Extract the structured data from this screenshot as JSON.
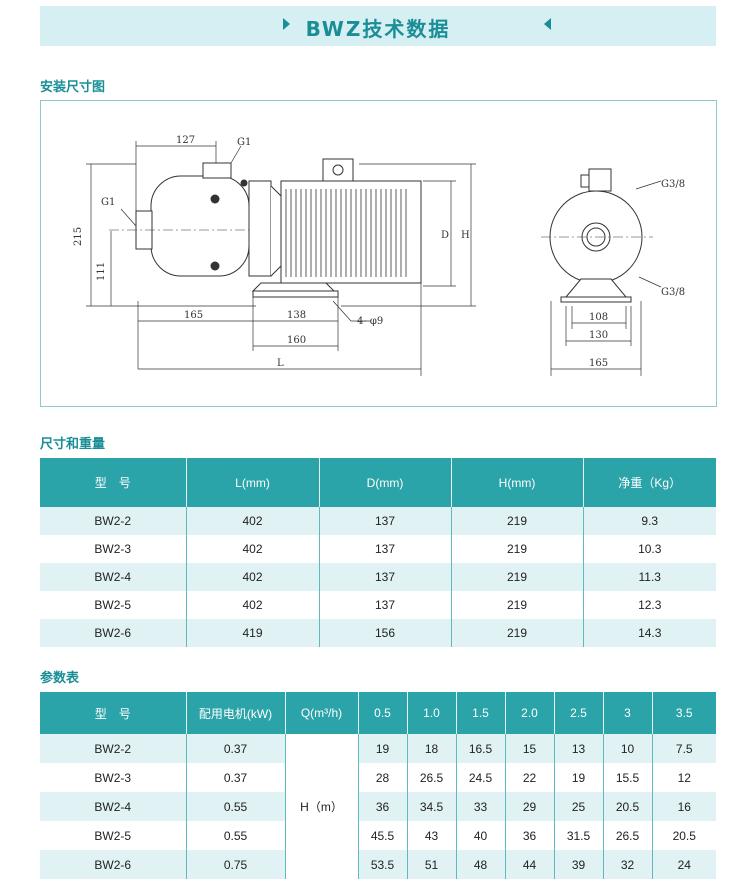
{
  "header": {
    "title": "BWZ技术数据"
  },
  "sections": {
    "install": "安装尺寸图",
    "size_weight": "尺寸和重量",
    "params": "参数表"
  },
  "drawing": {
    "dims": {
      "d127": "127",
      "g1_top": "G1",
      "g1_left": "G1",
      "d215": "215",
      "d111": "111",
      "d165_left": "165",
      "d138": "138",
      "d160": "160",
      "L": "L",
      "bolt": "4- φ9",
      "D": "D",
      "H": "H",
      "g38_top": "G3/8",
      "g38_bottom": "G3/8",
      "d108": "108",
      "d130": "130",
      "d165_right": "165"
    }
  },
  "weight_table": {
    "headers": [
      "型　号",
      "L(mm)",
      "D(mm)",
      "H(mm)",
      "净重（Kg）"
    ],
    "rows": [
      [
        "BW2-2",
        "402",
        "137",
        "219",
        "9.3"
      ],
      [
        "BW2-3",
        "402",
        "137",
        "219",
        "10.3"
      ],
      [
        "BW2-4",
        "402",
        "137",
        "219",
        "11.3"
      ],
      [
        "BW2-5",
        "402",
        "137",
        "219",
        "12.3"
      ],
      [
        "BW2-6",
        "419",
        "156",
        "219",
        "14.3"
      ]
    ]
  },
  "param_table": {
    "headers": [
      "型　号",
      "配用电机(kW)",
      "Q(m³/h)",
      "0.5",
      "1.0",
      "1.5",
      "2.0",
      "2.5",
      "3",
      "3.5"
    ],
    "merged_label": "H（m）",
    "rows": [
      {
        "model": "BW2-2",
        "power": "0.37",
        "h": [
          "19",
          "18",
          "16.5",
          "15",
          "13",
          "10",
          "7.5"
        ]
      },
      {
        "model": "BW2-3",
        "power": "0.37",
        "h": [
          "28",
          "26.5",
          "24.5",
          "22",
          "19",
          "15.5",
          "12"
        ]
      },
      {
        "model": "BW2-4",
        "power": "0.55",
        "h": [
          "36",
          "34.5",
          "33",
          "29",
          "25",
          "20.5",
          "16"
        ]
      },
      {
        "model": "BW2-5",
        "power": "0.55",
        "h": [
          "45.5",
          "43",
          "40",
          "36",
          "31.5",
          "26.5",
          "20.5"
        ]
      },
      {
        "model": "BW2-6",
        "power": "0.75",
        "h": [
          "53.5",
          "51",
          "48",
          "44",
          "39",
          "32",
          "24"
        ]
      }
    ]
  }
}
